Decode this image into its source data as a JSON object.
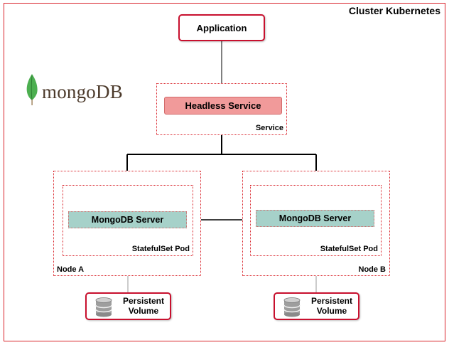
{
  "cluster": {
    "title": "Cluster Kubernetes"
  },
  "application": {
    "label": "Application"
  },
  "logo": {
    "text_part1": "mongo",
    "text_part2": "DB"
  },
  "service": {
    "inner_label": "Headless Service",
    "label": "Service"
  },
  "nodes": [
    {
      "label": "Node A",
      "pod_label": "StatefulSet Pod",
      "server_label": "MongoDB Server",
      "volume": {
        "line1": "Persistent",
        "line2": "Volume"
      }
    },
    {
      "label": "Node B",
      "pod_label": "StatefulSet Pod",
      "server_label": "MongoDB Server",
      "volume": {
        "line1": "Persistent",
        "line2": "Volume"
      }
    }
  ],
  "colors": {
    "accent_red": "#c8102e",
    "headless_fill": "#f19a9a",
    "server_fill": "#a6d1c9",
    "mongo_leaf": "#4caf50"
  }
}
